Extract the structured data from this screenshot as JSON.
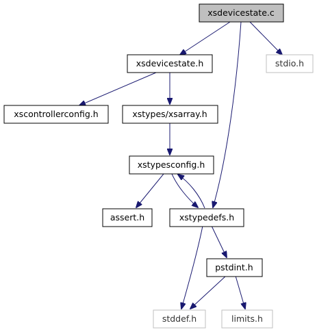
{
  "graph": {
    "nodes": {
      "xsdevicestate_c": "xsdevicestate.c",
      "xsdevicestate_h": "xsdevicestate.h",
      "stdio_h": "stdio.h",
      "xscontrollerconfig_h": "xscontrollerconfig.h",
      "xsarray_h": "xstypes/xsarray.h",
      "xstypesconfig_h": "xstypesconfig.h",
      "assert_h": "assert.h",
      "xstypedefs_h": "xstypedefs.h",
      "pstdint_h": "pstdint.h",
      "stddef_h": "stddef.h",
      "limits_h": "limits.h"
    },
    "colors": {
      "edge": "#191970",
      "root_fill": "#bfbfbf",
      "system_border": "#bfbfbf",
      "node_border": "#000000"
    }
  }
}
